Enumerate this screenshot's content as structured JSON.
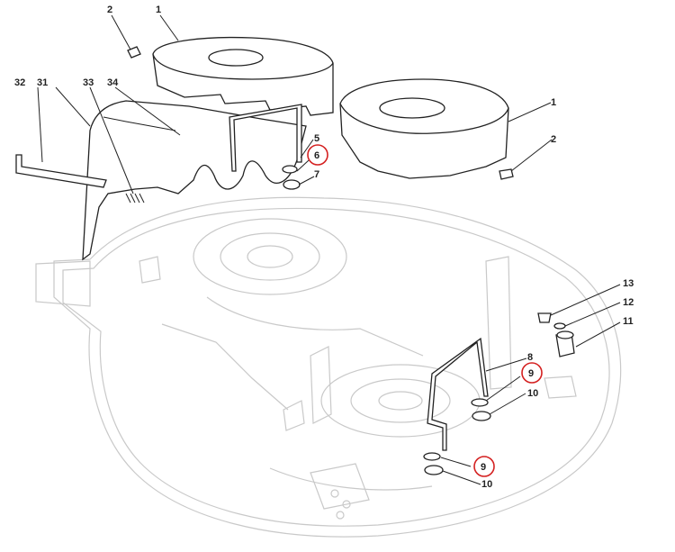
{
  "labels": {
    "l1a": "1",
    "l1b": "1",
    "l2a": "2",
    "l2b": "2",
    "l5": "5",
    "l6": "6",
    "l7": "7",
    "l8": "8",
    "l9a": "9",
    "l9b": "9",
    "l10a": "10",
    "l10b": "10",
    "l11": "11",
    "l12": "12",
    "l13": "13",
    "l31": "31",
    "l32": "32",
    "l33": "33",
    "l34": "34"
  },
  "highlight_color": "#d42020",
  "line_color": "#222222",
  "deck_color": "#c9c9c9"
}
